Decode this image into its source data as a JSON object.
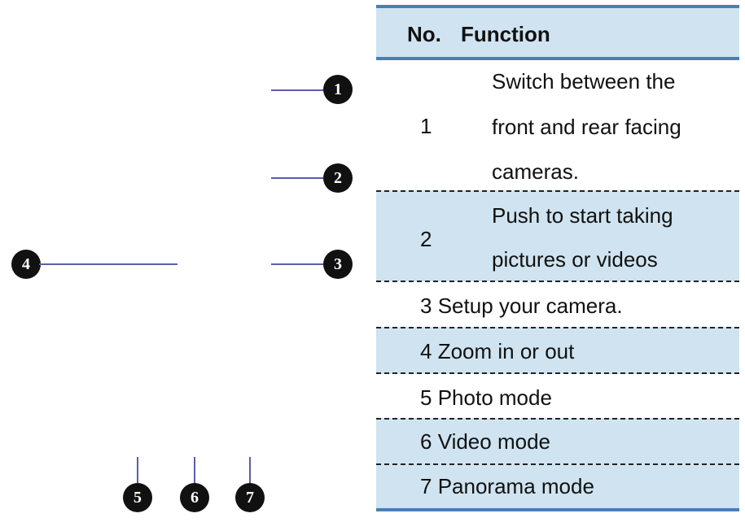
{
  "table": {
    "header": {
      "no": "No.",
      "function": "Function"
    },
    "rows": [
      {
        "no": "1",
        "lines": [
          "Switch between the",
          "front and rear facing",
          "cameras."
        ]
      },
      {
        "no": "2",
        "lines": [
          "Push to start taking",
          "pictures or videos"
        ]
      },
      {
        "no": "3",
        "text": "Setup your camera."
      },
      {
        "no": "4",
        "text": "Zoom in or out"
      },
      {
        "no": "5",
        "text": "Photo mode"
      },
      {
        "no": "6",
        "text": "Video mode"
      },
      {
        "no": "7",
        "text": "Panorama mode"
      }
    ]
  },
  "callouts": [
    "1",
    "2",
    "3",
    "4",
    "5",
    "6",
    "7"
  ],
  "colors": {
    "header_bg": "#cfe4f0",
    "rule": "#4a7fb5",
    "leader_line": "#5a5fa8",
    "marker": "#111111"
  }
}
